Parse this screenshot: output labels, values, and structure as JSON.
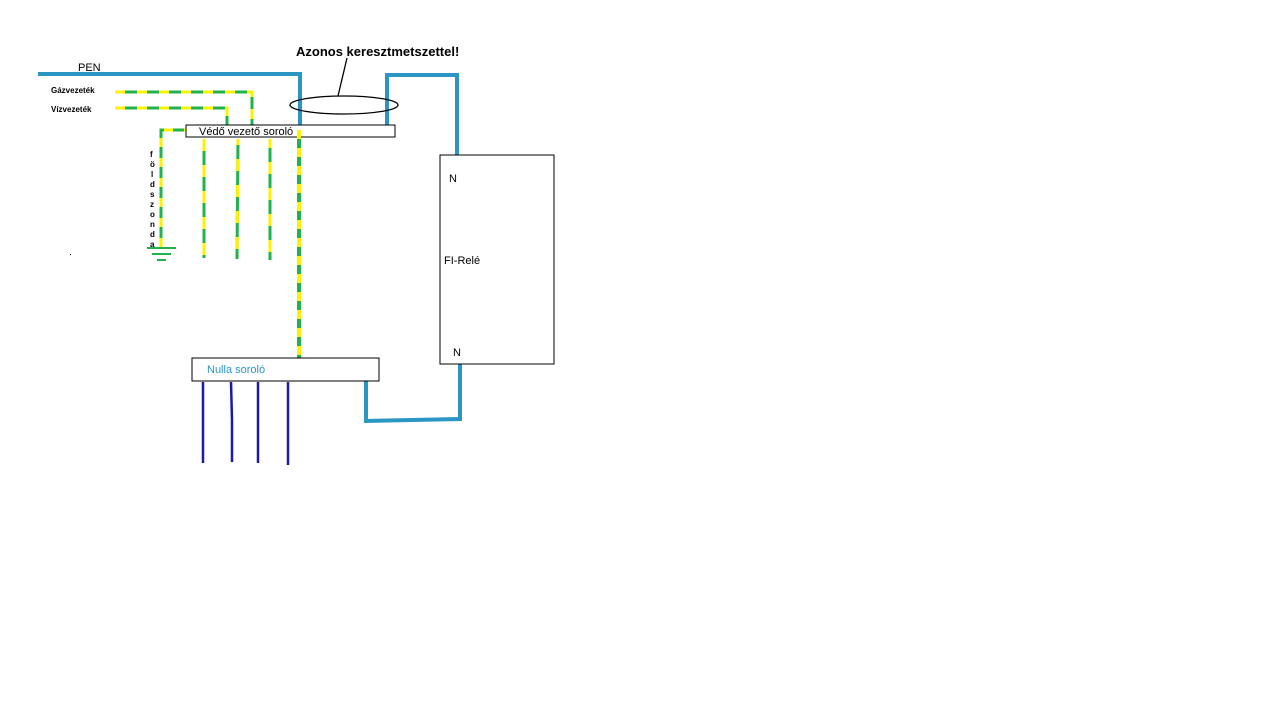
{
  "title": "Azonos keresztmetszettel!",
  "labels": {
    "pen": "PEN",
    "gas_pipe": "Gázvezeték",
    "water_pipe": "Vízvezeték",
    "protective_busbar": "Védő vezető soroló",
    "earth_probe_letters": [
      "f",
      "ö",
      "l",
      "d",
      "s",
      "z",
      "o",
      "n",
      "d",
      "a"
    ],
    "fi_relay": "FI-Relé",
    "n_top": "N",
    "n_bottom": "N",
    "neutral_busbar": "Nulla soroló"
  },
  "colors": {
    "pen_neutral": "#2b95c4",
    "protective_green": "#22b14c",
    "protective_yellow": "#fff200",
    "outgoing_neutral": "#1a1aa8",
    "outline": "#000000"
  }
}
